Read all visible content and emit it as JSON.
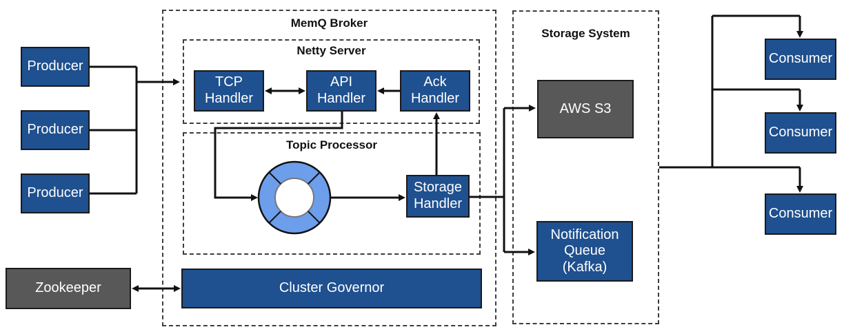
{
  "diagram": {
    "groups": {
      "memq_broker": "MemQ Broker",
      "netty_server": "Netty Server",
      "topic_processor": "Topic Processor",
      "storage_system": "Storage System"
    },
    "nodes": {
      "producers": [
        "Producer",
        "Producer",
        "Producer"
      ],
      "tcp_handler": "TCP Handler",
      "api_handler": "API Handler",
      "ack_handler": "Ack Handler",
      "storage_handler": "Storage Handler",
      "cluster_governor": "Cluster Governor",
      "zookeeper": "Zookeeper",
      "aws_s3": "AWS S3",
      "notification_queue": "Notification Queue (Kafka)",
      "consumers": [
        "Consumer",
        "Consumer",
        "Consumer"
      ]
    },
    "icons": {
      "ring_buffer": "ring-buffer-icon"
    },
    "colors": {
      "node_blue": "#1f508f",
      "node_gray": "#585858",
      "ring_blue": "#6d9eeb",
      "line": "#111111",
      "text_on_node": "#ffffff",
      "group_title_text": "#111111",
      "background": "#ffffff"
    }
  }
}
